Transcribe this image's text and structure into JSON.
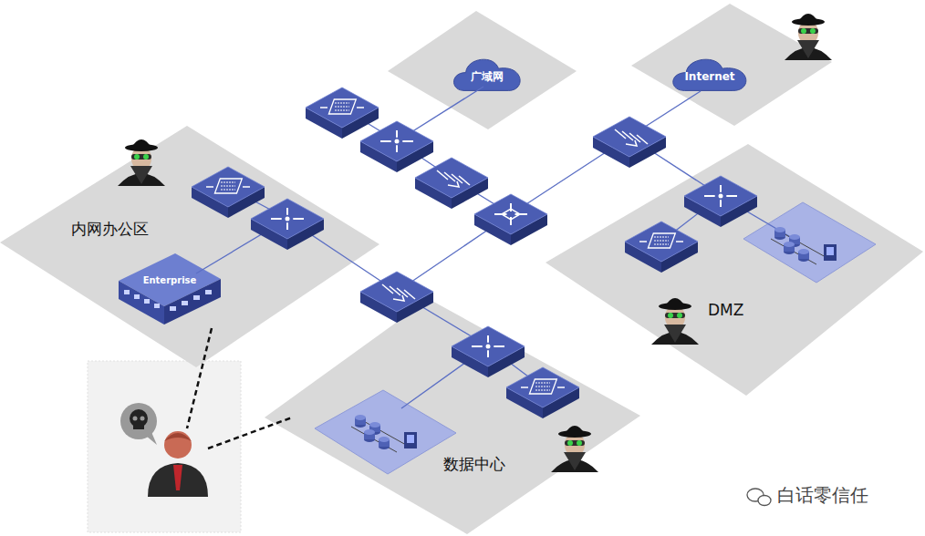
{
  "diagram": {
    "nodes": [
      {
        "text": [
          "广域网"
        ]
      },
      {
        "text": [
          "Internet"
        ]
      },
      {
        "text": [
          "内网办公区"
        ]
      },
      {
        "text": [
          "Enterprise"
        ],
        "in": 2
      },
      {
        "text": [
          "DMZ"
        ]
      },
      {
        "text": [
          "数据中心"
        ]
      }
    ],
    "labels": [
      "白话零信任"
    ]
  }
}
